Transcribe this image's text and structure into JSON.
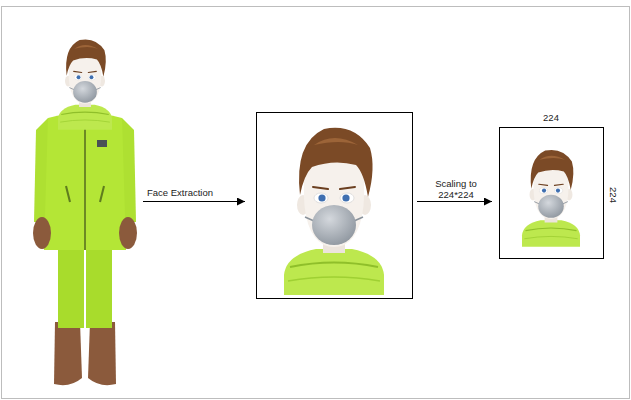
{
  "diagram": {
    "labels": [
      "Face Extraction",
      "Scaling to 224*224",
      "224",
      "224"
    ]
  }
}
